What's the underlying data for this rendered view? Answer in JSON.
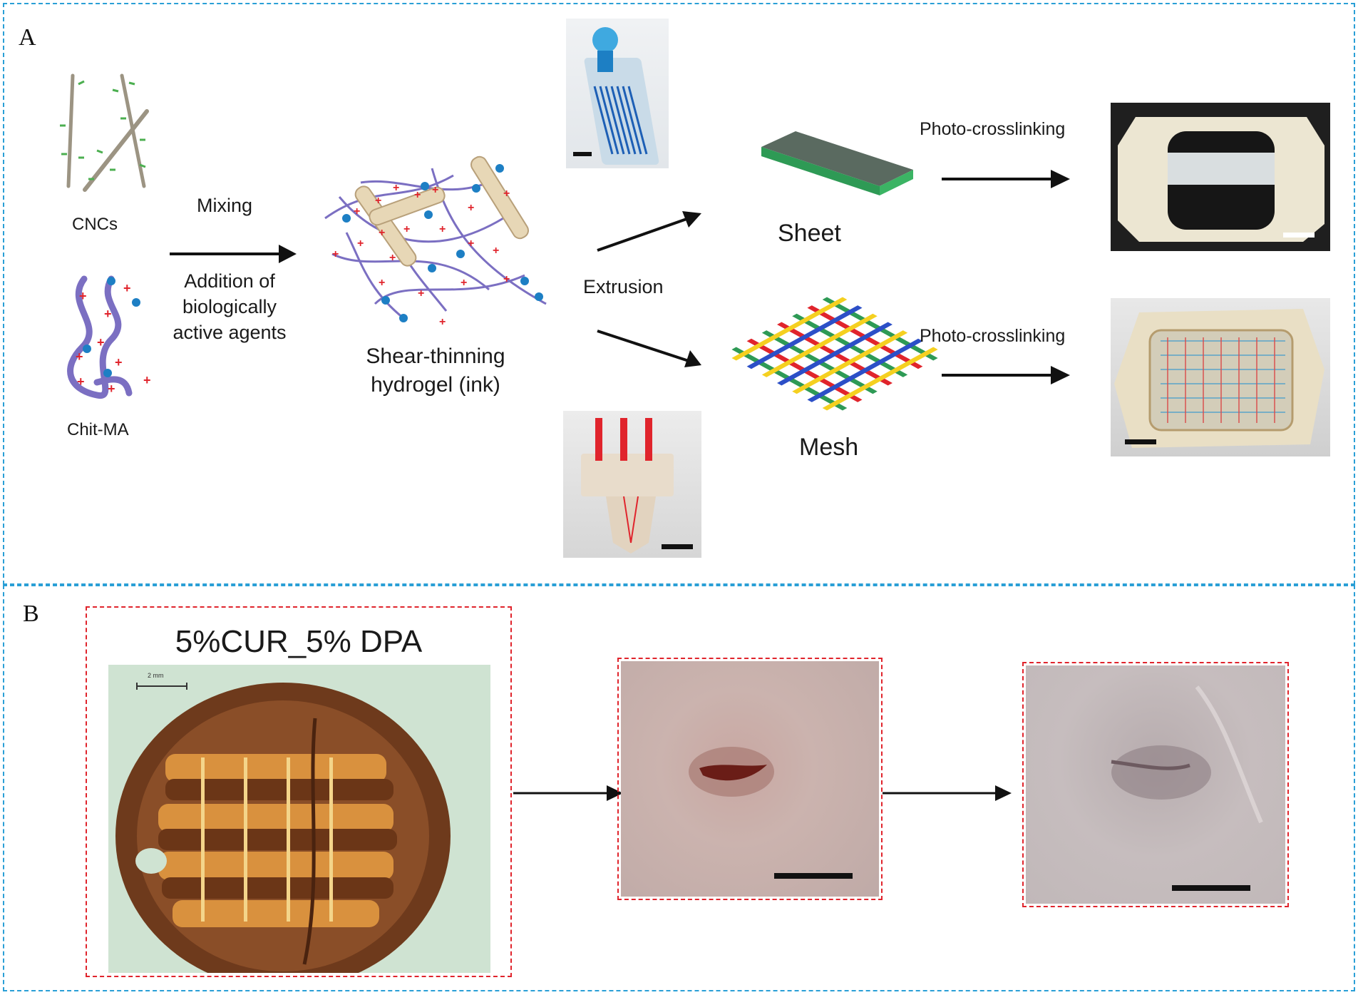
{
  "panel_a": {
    "letter": "A",
    "cncs_label": "CNCs",
    "chit_label": "Chit-MA",
    "mixing_label": "Mixing",
    "addition_label_1": "Addition of",
    "addition_label_2": "biologically",
    "addition_label_3": "active agents",
    "ink_label_1": "Shear-thinning",
    "ink_label_2": "hydrogel (ink)",
    "extrusion_label": "Extrusion",
    "sheet_label": "Sheet",
    "mesh_label": "Mesh",
    "photo_crosslinking_top": "Photo-crosslinking",
    "photo_crosslinking_bottom": "Photo-crosslinking"
  },
  "panel_b": {
    "letter": "B",
    "sample_title": "5%CUR_5% DPA",
    "scale_text": "2 mm"
  },
  "colors": {
    "panel_border": "#2a9fd6",
    "inner_border": "#e0242c",
    "cnc_rod": "#9c9483",
    "negative_charge": "#4caf50",
    "positive_charge": "#e0242c",
    "polymer": "#7b6fc2",
    "blue_bead": "#1d7fc4"
  }
}
